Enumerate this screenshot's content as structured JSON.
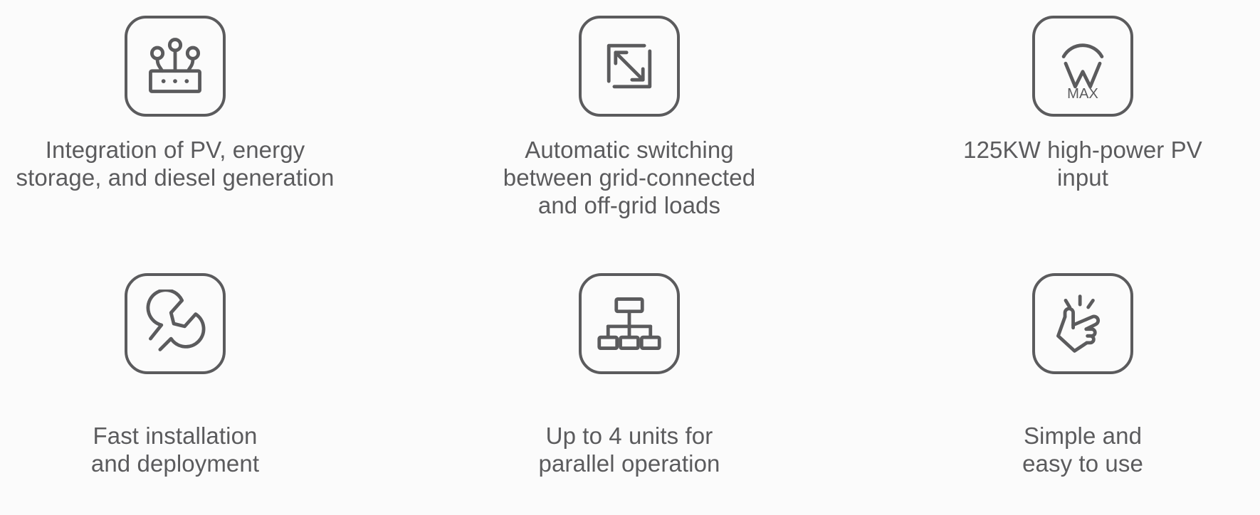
{
  "page": {
    "background_color": "#fbfbfb",
    "text_color": "#5b5b5d",
    "icon_stroke_color": "#5b5b5d",
    "columns": 3,
    "rows": 2
  },
  "features": [
    {
      "id": "integration",
      "icon_name": "pv-energy-storage-icon",
      "caption": "Integration of PV, energy\nstorage, and diesel generation"
    },
    {
      "id": "automatic-switching",
      "icon_name": "switching-arrows-icon",
      "caption": "Automatic switching\nbetween grid-connected\nand off-grid loads"
    },
    {
      "id": "high-power-pv",
      "icon_name": "max-power-icon",
      "caption": "125KW high-power PV\ninput",
      "icon_letter": "W",
      "icon_sublabel": "MAX"
    },
    {
      "id": "fast-installation",
      "icon_name": "wrench-icon",
      "caption": "Fast installation\nand deployment"
    },
    {
      "id": "parallel-operation",
      "icon_name": "hierarchy-icon",
      "caption": "Up to 4 units for\nparallel operation"
    },
    {
      "id": "simple-to-use",
      "icon_name": "pointing-hand-click-icon",
      "caption": "Simple and\neasy to use"
    }
  ]
}
